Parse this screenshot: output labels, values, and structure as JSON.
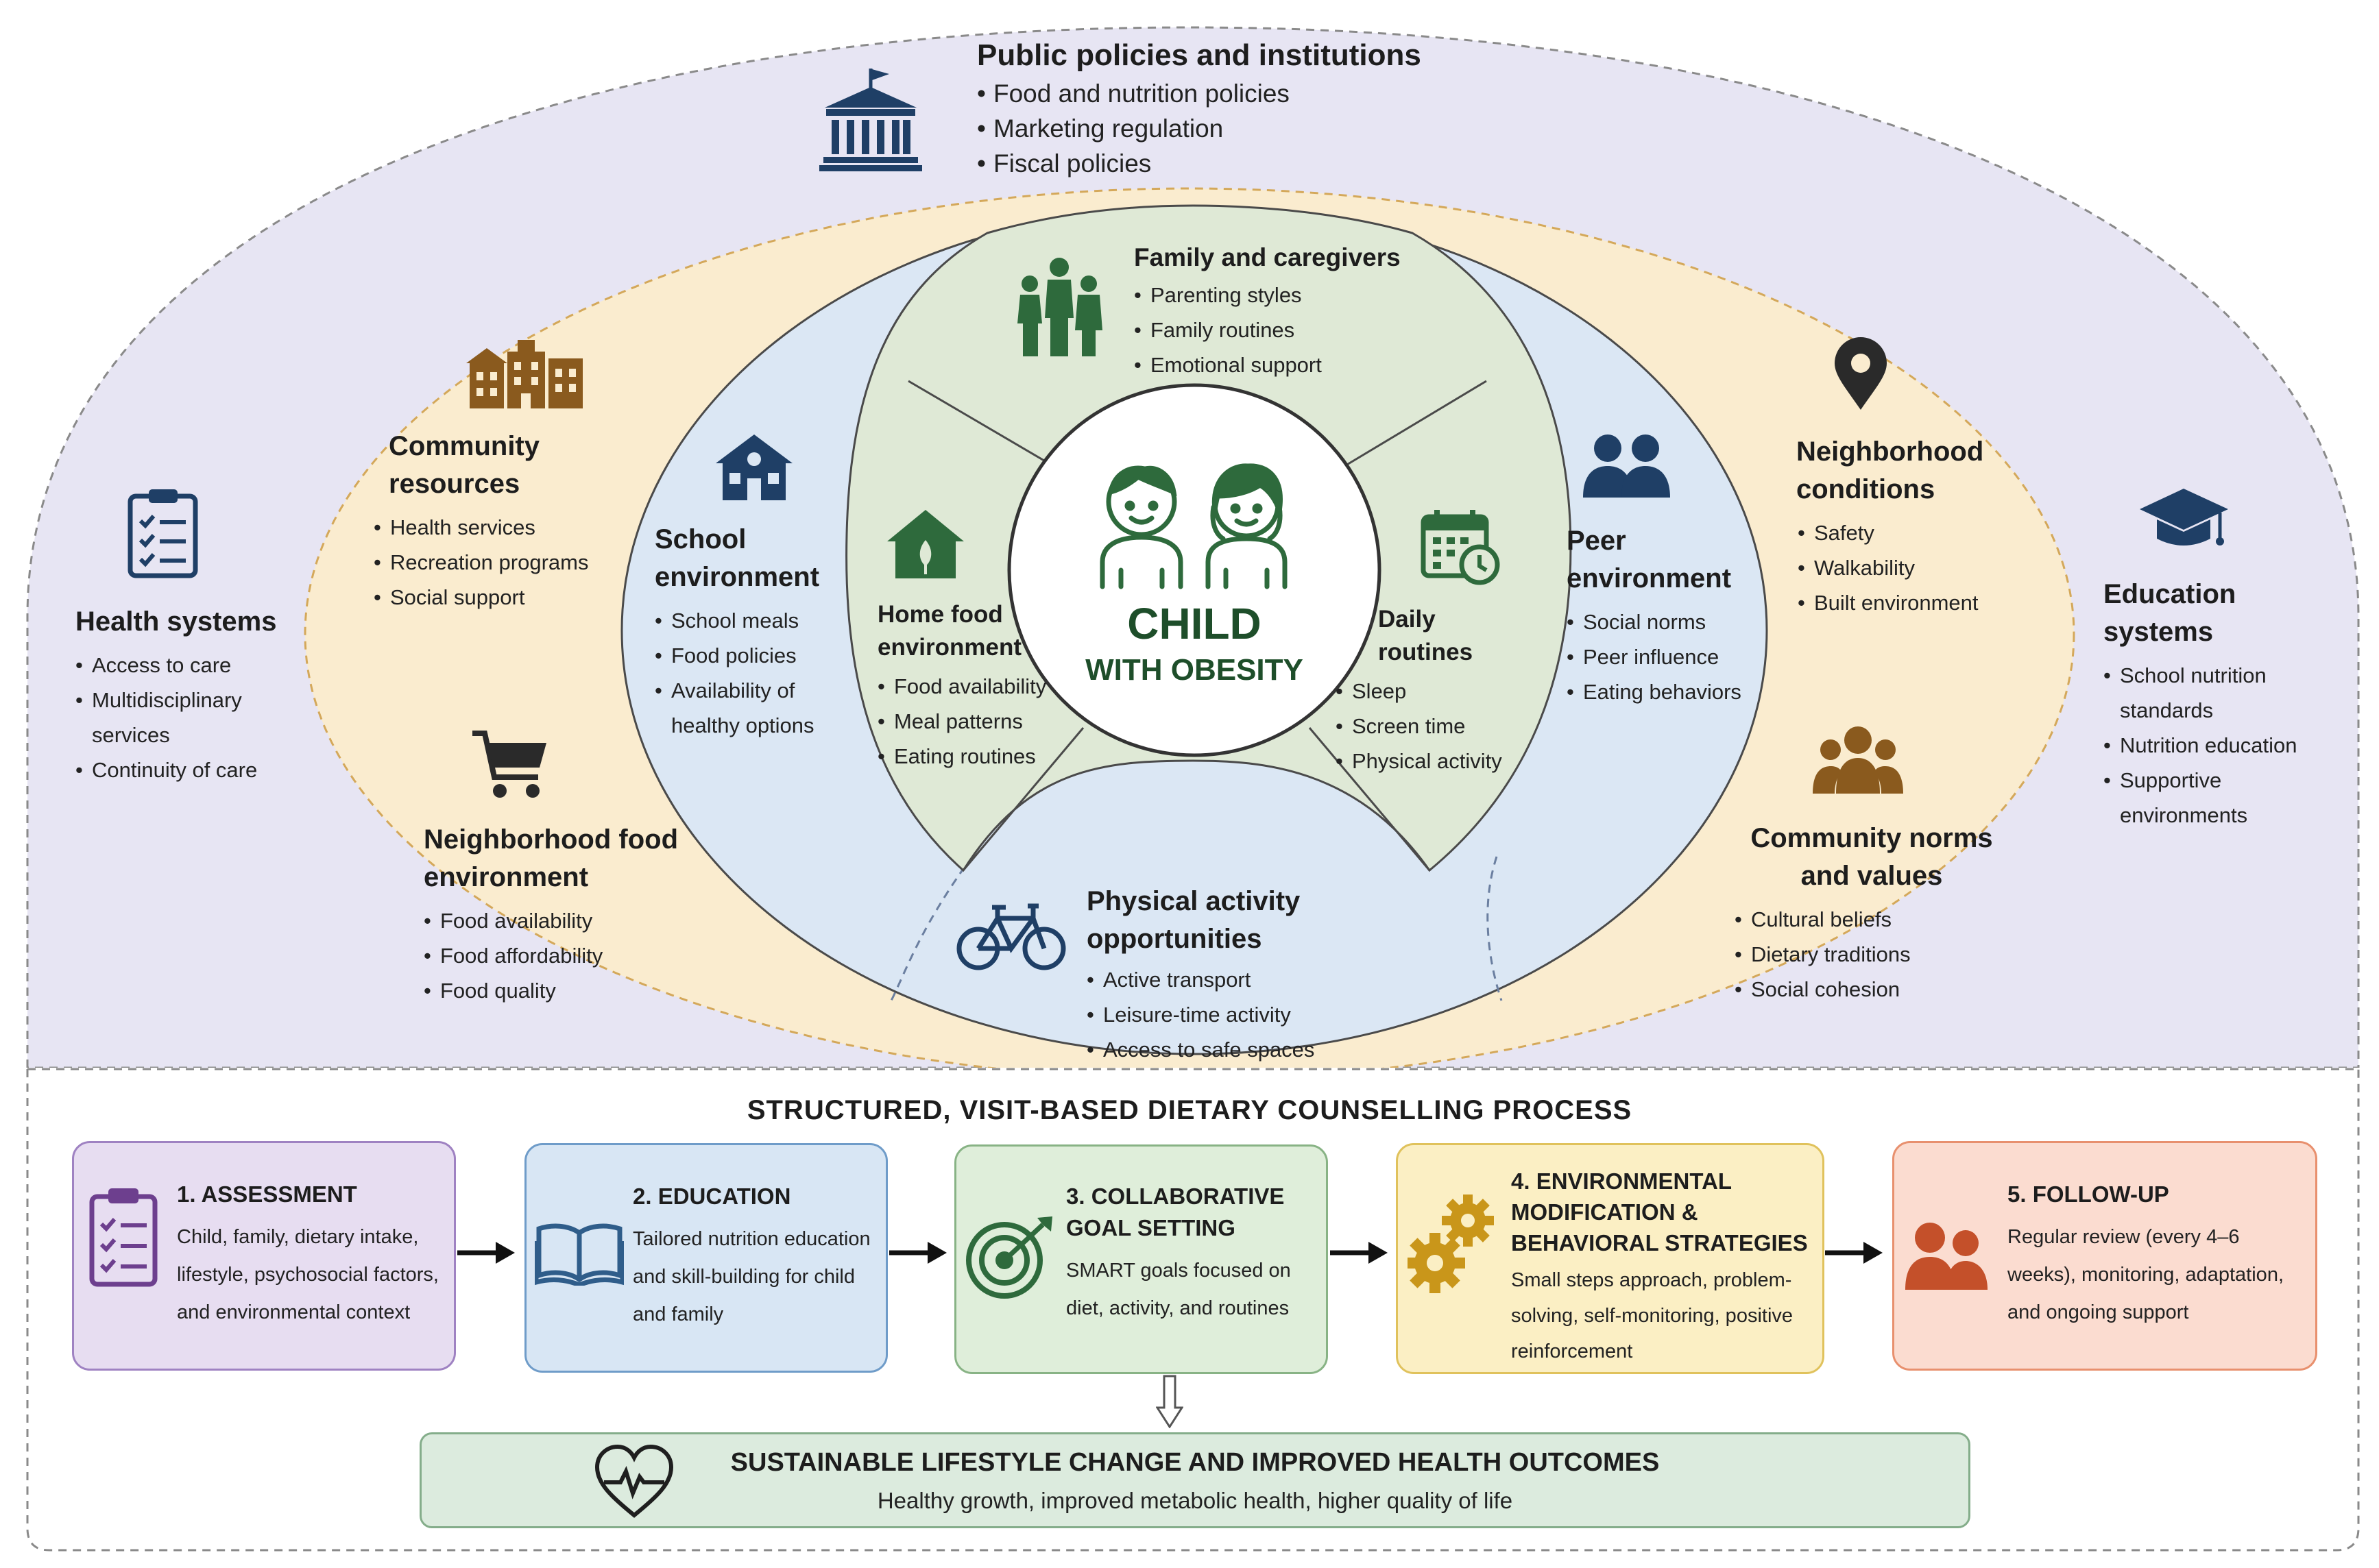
{
  "public_policies": {
    "title": "Public policies and institutions",
    "items": [
      "Food and nutrition policies",
      "Marketing regulation",
      "Fiscal policies"
    ]
  },
  "health_systems": {
    "title": "Health systems",
    "items": [
      "Access to care",
      "Multidisciplinary services",
      "Continuity of care"
    ]
  },
  "education_systems": {
    "title": "Education systems",
    "items": [
      "School nutrition standards",
      "Nutrition education",
      "Supportive environments"
    ]
  },
  "community_resources": {
    "title": "Community resources",
    "items": [
      "Health services",
      "Recreation programs",
      "Social support"
    ]
  },
  "neighborhood_food": {
    "title": "Neighborhood food environment",
    "items": [
      "Food availability",
      "Food affordability",
      "Food quality"
    ]
  },
  "neighborhood_conditions": {
    "title": "Neighborhood conditions",
    "items": [
      "Safety",
      "Walkability",
      "Built environment"
    ]
  },
  "community_norms": {
    "title": "Community norms and values",
    "items": [
      "Cultural beliefs",
      "Dietary traditions",
      "Social cohesion"
    ]
  },
  "school_environment": {
    "title": "School environment",
    "items": [
      "School meals",
      "Food policies",
      "Availability of healthy options"
    ]
  },
  "peer_environment": {
    "title": "Peer environment",
    "items": [
      "Social norms",
      "Peer influence",
      "Eating behaviors"
    ]
  },
  "physical_activity": {
    "title": "Physical activity opportunities",
    "items": [
      "Active transport",
      "Leisure-time activity",
      "Access to safe spaces"
    ]
  },
  "family": {
    "title": "Family and caregivers",
    "items": [
      "Parenting styles",
      "Family routines",
      "Emotional support"
    ]
  },
  "home_food": {
    "title": "Home food environment",
    "items": [
      "Food availability",
      "Meal patterns",
      "Eating routines"
    ]
  },
  "daily_routines": {
    "title": "Daily routines",
    "items": [
      "Sleep",
      "Screen time",
      "Physical activity"
    ]
  },
  "center": {
    "line1": "CHILD",
    "line2": "WITH OBESITY"
  },
  "process": {
    "title": "STRUCTURED, VISIT-BASED DIETARY COUNSELLING PROCESS",
    "steps": [
      {
        "title": "1. ASSESSMENT",
        "desc": "Child, family, dietary intake, lifestyle, psychosocial factors, and environmental context",
        "color": "#7a4a9e"
      },
      {
        "title": "2. EDUCATION",
        "desc": "Tailored nutrition education and skill-building for child and family",
        "color": "#2f5d8a"
      },
      {
        "title": "3. COLLABORATIVE GOAL SETTING",
        "desc": "SMART goals focused on diet, activity, and routines",
        "color": "#3d7a45"
      },
      {
        "title": "4. ENVIRONMENTAL MODIFICATION & BEHAVIORAL STRATEGIES",
        "desc": "Small steps approach, problem-solving, self-monitoring, positive reinforcement",
        "color": "#c9a227"
      },
      {
        "title": "5. FOLLOW-UP",
        "desc": "Regular review (every 4–6 weeks), monitoring, adaptation, and ongoing support",
        "color": "#c4502a"
      }
    ]
  },
  "outcome": {
    "title": "SUSTAINABLE LIFESTYLE CHANGE AND IMPROVED HEALTH OUTCOMES",
    "desc": "Healthy growth, improved metabolic health, higher quality of life"
  },
  "icons": {
    "policy": "government-building-icon",
    "health": "clipboard-checklist-icon",
    "education": "graduation-cap-icon",
    "community": "buildings-icon",
    "cart": "shopping-cart-icon",
    "location": "location-pin-icon",
    "people": "group-icon",
    "school": "school-icon",
    "peer": "two-people-icon",
    "bike": "bicycle-icon",
    "family": "family-icon",
    "home": "house-icon",
    "calendar": "calendar-clock-icon",
    "children": "children-icon",
    "book": "open-book-icon",
    "target": "target-icon",
    "gears": "gears-icon",
    "followup": "people-followup-icon",
    "heart": "heartbeat-icon"
  }
}
